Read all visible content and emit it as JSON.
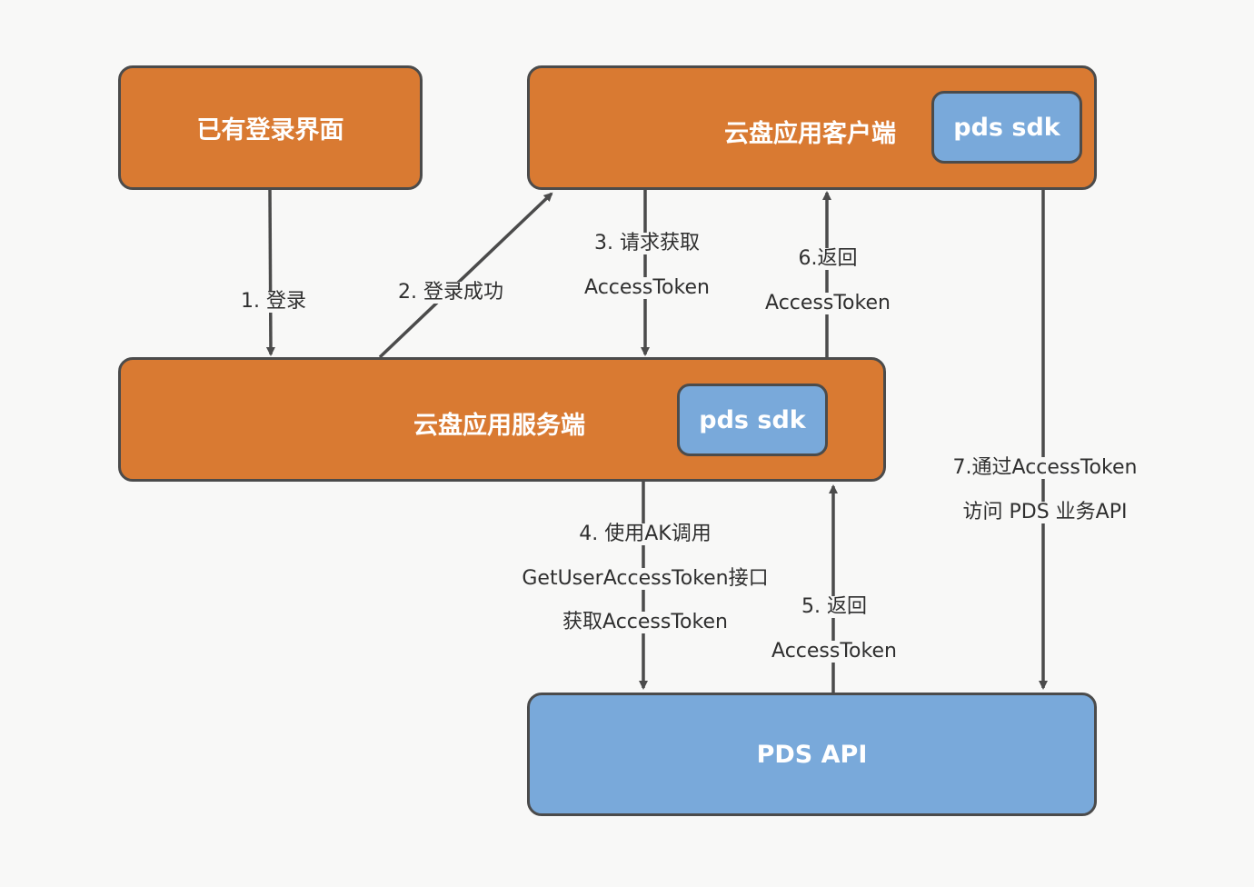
{
  "nodes": {
    "login_ui": "已有登录界面",
    "client": "云盘应用客户端",
    "client_sdk": "pds sdk",
    "server": "云盘应用服务端",
    "server_sdk": "pds sdk",
    "pds_api": "PDS API"
  },
  "edges": {
    "e1": "1. 登录",
    "e2": "2. 登录成功",
    "e3_line1": "3. 请求获取",
    "e3_line2": "AccessToken",
    "e4_line1": "4. 使用AK调用",
    "e4_line2": "GetUserAccessToken接口",
    "e4_line3": "获取AccessToken",
    "e5_line1": "5. 返回",
    "e5_line2": "AccessToken",
    "e6_line1": "6.返回",
    "e6_line2": "AccessToken",
    "e7_line1": "7.通过AccessToken",
    "e7_line2": "访问 PDS 业务API"
  },
  "colors": {
    "orange": "#d97a32",
    "blue": "#79a9da",
    "stroke": "#4b4b4b",
    "background": "#f8f8f7"
  }
}
